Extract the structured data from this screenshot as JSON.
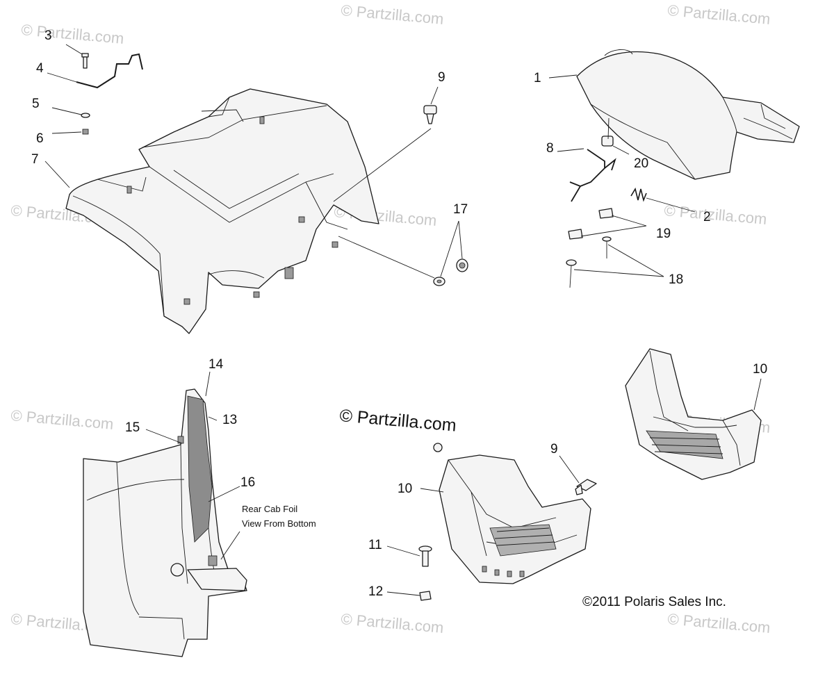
{
  "watermark_text": "© Partzilla.com",
  "center_watermark": "© Partzilla.com",
  "copyright": "©2011 Polaris Sales Inc.",
  "note_lines": [
    "Rear Cab Foil",
    "View From Bottom"
  ],
  "callouts": {
    "c1": "1",
    "c2": "2",
    "c3": "3",
    "c4": "4",
    "c5": "5",
    "c6": "6",
    "c7": "7",
    "c8": "8",
    "c9a": "9",
    "c9b": "9",
    "c10a": "10",
    "c10b": "10",
    "c11": "11",
    "c12": "12",
    "c13": "13",
    "c14": "14",
    "c15": "15",
    "c16": "16",
    "c17": "17",
    "c18": "18",
    "c19": "19",
    "c20": "20"
  },
  "colors": {
    "line": "#1a1a1a",
    "part_fill": "#f4f4f4",
    "watermark": "#c8c8c8"
  }
}
